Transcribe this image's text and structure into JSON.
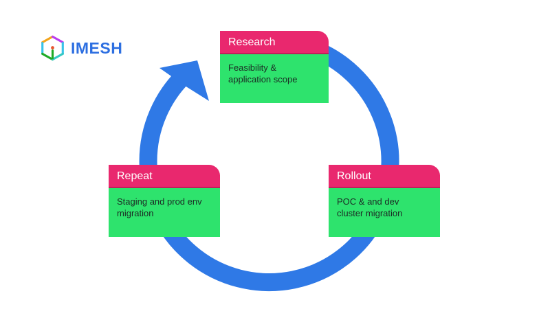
{
  "page": {
    "background": "#ffffff"
  },
  "logo": {
    "text": "IMESH",
    "icon": "cube-wireframe",
    "text_color": "#2D6FE1",
    "icon_colors": {
      "orange": "#F2A51D",
      "purple": "#BB3DEE",
      "cyan": "#38C3E8",
      "teal": "#35C9C4",
      "green": "#1FAA27",
      "dot_red": "#E8542F"
    }
  },
  "colors": {
    "arrow_blue": "#2F79E6",
    "header_pink": "#E9286E",
    "body_green": "#2EE36D",
    "header_text": "#FFFFFF",
    "body_text": "#1C2A24"
  },
  "diagram": {
    "type": "cycle",
    "direction": "clockwise",
    "steps": [
      {
        "title": "Research",
        "description": "Feasibility & application scope"
      },
      {
        "title": "Rollout",
        "description": "POC & and dev cluster migration"
      },
      {
        "title": "Repeat",
        "description": "Staging and prod env migration"
      }
    ]
  }
}
